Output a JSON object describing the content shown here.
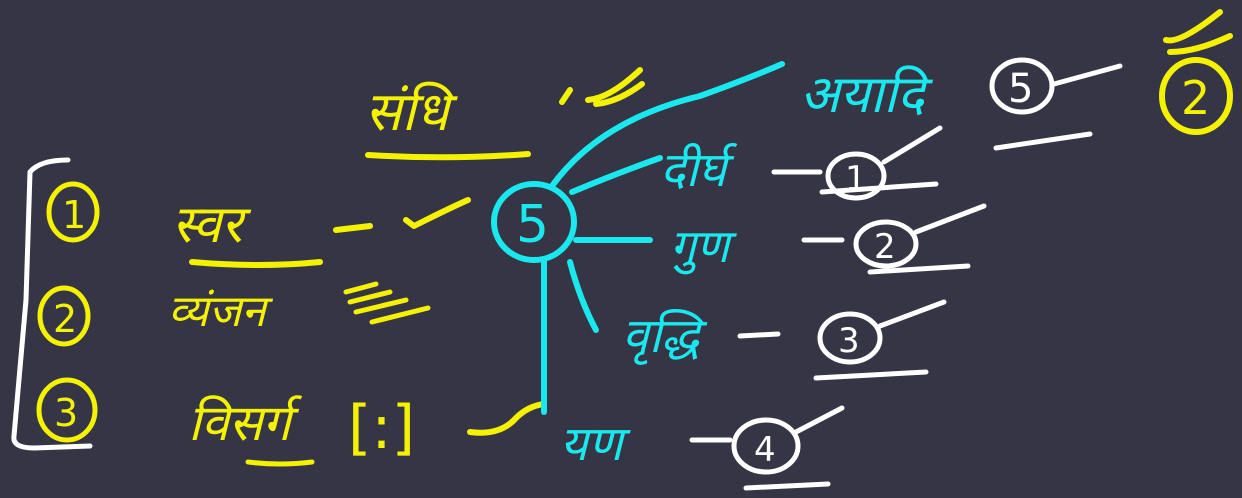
{
  "board": {
    "title": "संधि",
    "main_count": "5",
    "left_items": [
      {
        "num": "1",
        "label": "स्वर"
      },
      {
        "num": "2",
        "label": "व्यंजन"
      },
      {
        "num": "3",
        "label": "विसर्ग",
        "symbol": "[:]"
      }
    ],
    "branches": [
      {
        "label": "अयादि",
        "num": "5"
      },
      {
        "label": "दीर्घ",
        "num": "1"
      },
      {
        "label": "गुण",
        "num": "2"
      },
      {
        "label": "वृद्धि",
        "num": "3"
      },
      {
        "label": "यण",
        "num": "4"
      }
    ],
    "corner_number": "2"
  },
  "colors": {
    "background": "#363545",
    "yellow": "#f4f200",
    "cyan": "#19e8ee",
    "white": "#ffffff"
  }
}
